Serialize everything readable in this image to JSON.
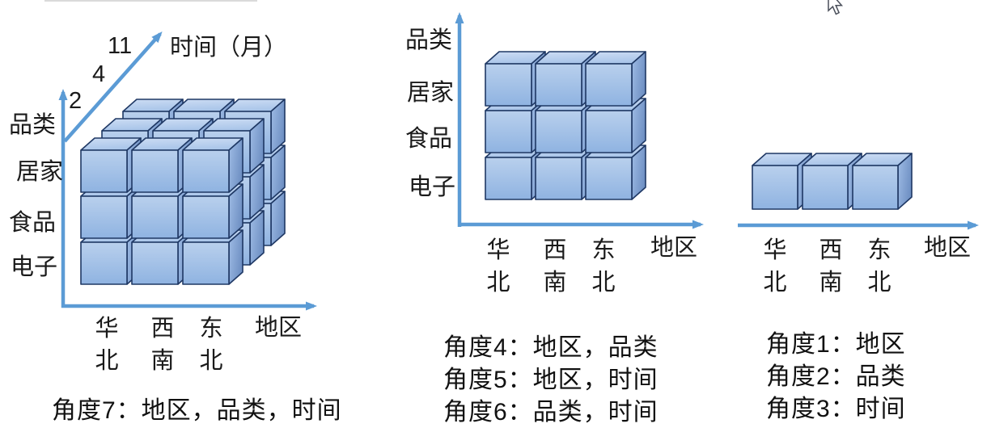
{
  "colors": {
    "axis": "#5B9BD5",
    "cube_outline": "#1F3864",
    "cube_front_top": "#B9D0ED",
    "cube_front_bottom": "#8FB3E1",
    "cube_top_light": "#CDDDF4",
    "cube_top_dark": "#A9C5E9",
    "cube_side_light": "#9FBCE5",
    "cube_side_dark": "#7091C4",
    "text": "#1A1A1A",
    "cursor_outline": "#4A4F5A"
  },
  "icons": {
    "mouse_cursor": "arrow-pointer"
  },
  "panel_3d": {
    "time_axis_title": "时间（月）",
    "time_ticks": [
      "2",
      "4",
      "11"
    ],
    "y_axis_title": "品类",
    "y_labels": [
      "居家",
      "食品",
      "电子"
    ],
    "x_labels": [
      "华\n北",
      "西\n南",
      "东\n北"
    ],
    "x_axis_title": "地区",
    "caption": "角度7：地区，品类，时间",
    "grid": {
      "cols": 3,
      "rows": 3,
      "layers": 3
    }
  },
  "panel_2d": {
    "y_axis_title": "品类",
    "y_labels": [
      "居家",
      "食品",
      "电子"
    ],
    "x_labels": [
      "华\n北",
      "西\n南",
      "东\n北"
    ],
    "x_axis_title": "地区",
    "captions": [
      "角度4：地区，品类",
      "角度5：地区，时间",
      "角度6：品类，时间"
    ],
    "grid": {
      "cols": 3,
      "rows": 3,
      "layers": 1
    }
  },
  "panel_1d": {
    "x_labels": [
      "华\n北",
      "西\n南",
      "东\n北"
    ],
    "x_axis_title": "地区",
    "captions": [
      "角度1：地区",
      "角度2：品类",
      "角度3：时间"
    ],
    "grid": {
      "cols": 3,
      "rows": 1,
      "layers": 1
    }
  }
}
